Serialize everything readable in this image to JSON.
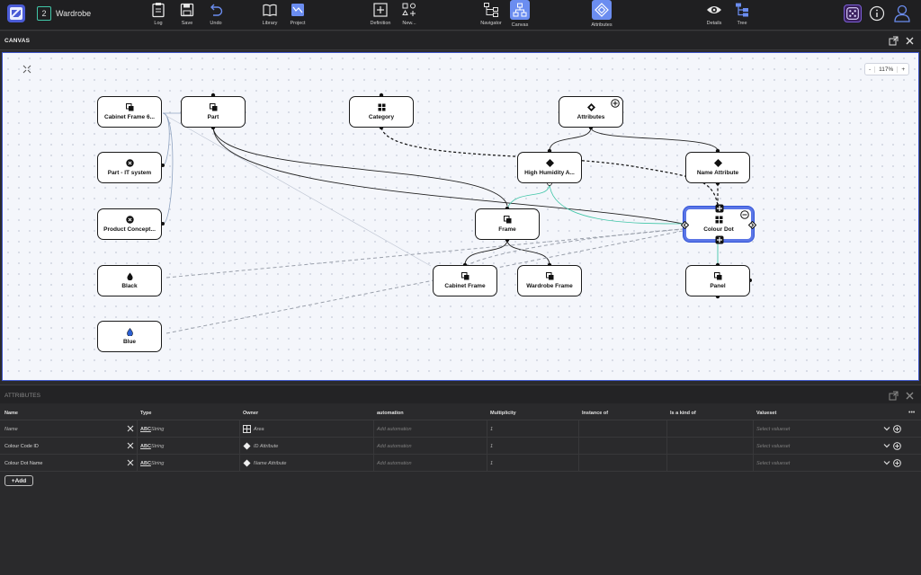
{
  "app": {
    "workspace_number": "2",
    "title": "Wardrobe"
  },
  "toolbar": {
    "log": "Log",
    "save": "Save",
    "undo": "Undo",
    "library": "Library",
    "project": "Project",
    "definition": "Definition",
    "new": "New...",
    "navigator": "Navigator",
    "canvas": "Canvas",
    "attributes": "Attributes",
    "details": "Details",
    "tree": "Tree"
  },
  "canvas_panel": {
    "title": "CANVAS",
    "zoom_minus": "-",
    "zoom_level": "117%",
    "zoom_plus": "+"
  },
  "nodes": {
    "cabinet_frame_6": "Cabinet Frame 6...",
    "part": "Part",
    "category": "Category",
    "attributes": "Attributes",
    "part_it_system": "Part - IT system",
    "high_humidity": "High Humidity A...",
    "name_attribute": "Name Attribute",
    "product_concept": "Product Concept...",
    "frame": "Frame",
    "colour_dot": "Colour Dot",
    "black": "Black",
    "cabinet_frame": "Cabinet Frame",
    "wardrobe_frame": "Wardrobe Frame",
    "panel": "Panel",
    "blue": "Blue"
  },
  "attributes_panel": {
    "title": "ATTRIBUTES",
    "columns": [
      "Name",
      "Type",
      "Owner",
      "automation",
      "Multiplicity",
      "Instance of",
      "Is a kind of",
      "Valueset"
    ],
    "more": "•••",
    "rows": [
      {
        "name": "Name",
        "type": "String",
        "owner": "Area",
        "automation": "Add automation",
        "multiplicity": "1",
        "valueset": "Select valueset"
      },
      {
        "name": "Colour Code ID",
        "type": "String",
        "owner": "ID Attribute",
        "automation": "Add automation",
        "multiplicity": "1",
        "valueset": "Select valueset"
      },
      {
        "name": "Colour Dot Name",
        "type": "String",
        "owner": "Name Attribute",
        "automation": "Add automation",
        "multiplicity": "1",
        "valueset": "Select valueset"
      }
    ],
    "add_label": "+Add"
  },
  "colors": {
    "accent": "#5b76e6",
    "canvas_bg": "#f4f6fb",
    "panel_bg": "#2a2a2c",
    "teal": "#41c6a8"
  }
}
